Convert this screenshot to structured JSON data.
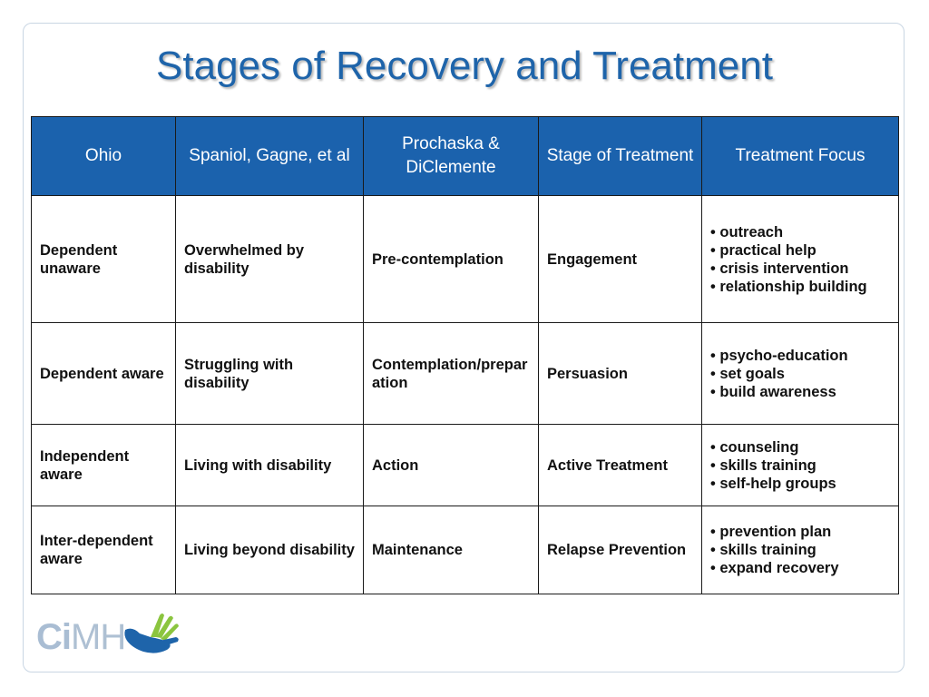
{
  "title": "Stages of Recovery and Treatment",
  "table": {
    "headers": [
      "Ohio",
      "Spaniol, Gagne, et al",
      "Prochaska & DiClemente",
      "Stage of Treatment",
      "Treatment Focus"
    ],
    "rows": [
      {
        "ohio": "Dependent unaware",
        "spaniol": "Overwhelmed by disability",
        "prochaska": "Pre-contemplation",
        "stage": "Engagement",
        "focus": [
          "outreach",
          "practical help",
          "crisis intervention",
          "relationship building"
        ]
      },
      {
        "ohio": "Dependent aware",
        "spaniol": "Struggling with disability",
        "prochaska": "Contemplation/preparation",
        "stage": "Persuasion",
        "focus": [
          "psycho-education",
          "set goals",
          "build awareness"
        ]
      },
      {
        "ohio": "Independent aware",
        "spaniol": "Living with disability",
        "prochaska": "Action",
        "stage": "Active Treatment",
        "focus": [
          "counseling",
          "skills training",
          "self-help groups"
        ]
      },
      {
        "ohio": "Inter-dependent aware",
        "spaniol": "Living beyond disability",
        "prochaska": "Maintenance",
        "stage": "Relapse Prevention",
        "focus": [
          "prevention plan",
          "skills training",
          "expand recovery"
        ]
      }
    ]
  },
  "logo": {
    "text_ci": "Ci",
    "text_mh": "MH",
    "icon": "hands-icon",
    "colors": {
      "blue": "#1e64aa",
      "green": "#8bc53f",
      "gray": "#aec0d3"
    }
  },
  "colors": {
    "header_bg": "#1b62ad",
    "title": "#1e64aa"
  }
}
